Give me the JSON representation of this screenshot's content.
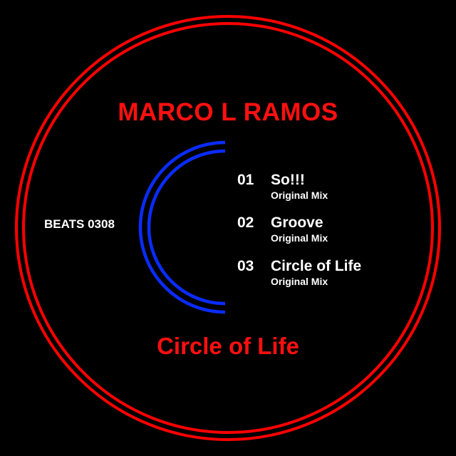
{
  "artist": "MARCO L RAMOS",
  "catalog": "BEATS 0308",
  "release_title": "Circle of Life",
  "tracks": [
    {
      "number": "01",
      "title": "So!!!",
      "mix": "Original Mix"
    },
    {
      "number": "02",
      "title": "Groove",
      "mix": "Original Mix"
    },
    {
      "number": "03",
      "title": "Circle of Life",
      "mix": "Original Mix"
    }
  ],
  "colors": {
    "background": "#000000",
    "ring": "#ff0000",
    "arc": "#0a2cff",
    "text": "#ffffff",
    "accent_text": "#ff1010"
  }
}
